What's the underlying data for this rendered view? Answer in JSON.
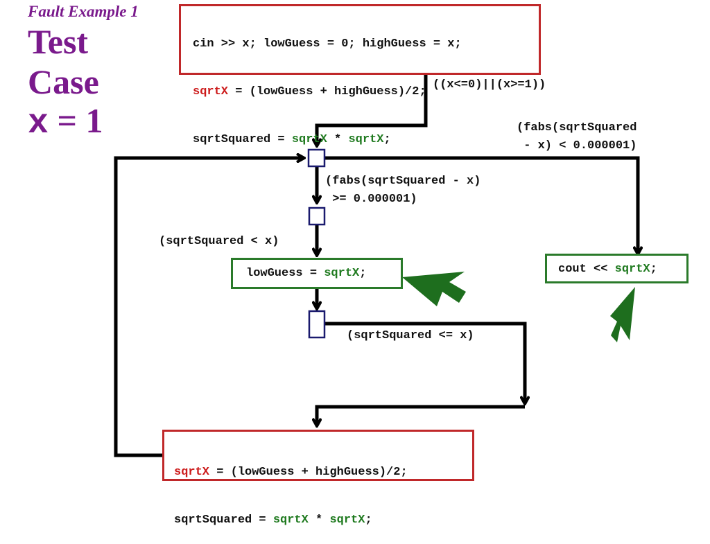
{
  "header": {
    "subtitle": "Fault Example 1",
    "title_lines": [
      "Test",
      "Case"
    ],
    "test_var": "x",
    "test_eq": " = 1"
  },
  "boxes": {
    "init": {
      "line1": "cin >> x; lowGuess = 0; highGuess = x;",
      "line2_var": "sqrtX",
      "line2_rest": " = (lowGuess + highGuess)/2;",
      "line3_pre": "sqrtSquared = ",
      "line3_a": "sqrtX",
      "line3_mid": " * ",
      "line3_b": "sqrtX",
      "line3_end": ";"
    },
    "low_assign": {
      "pre": "lowGuess = ",
      "var": "sqrtX",
      "end": ";"
    },
    "output": {
      "pre": "cout << ",
      "var": "sqrtX",
      "end": ";"
    },
    "update": {
      "line1_var": "sqrtX",
      "line1_rest": " = (lowGuess + highGuess)/2;",
      "line2_pre": "sqrtSquared = ",
      "line2_a": "sqrtX",
      "line2_mid": " * ",
      "line2_b": "sqrtX",
      "line2_end": ";"
    }
  },
  "conditions": {
    "range": "((x<=0)||(x>=1))",
    "exit_line1": "(fabs(sqrtSquared",
    "exit_line2": " - x) < 0.000001)",
    "loop_line1": "(fabs(sqrtSquared - x)",
    "loop_line2": " >= 0.000001)",
    "less": "(sqrtSquared < x)",
    "less_equal": "(sqrtSquared <= x)"
  },
  "colors": {
    "title": "#7a1a8c",
    "red_border": "#c0282a",
    "green_border": "#2a7a2a",
    "decision_border": "#1a1a6e",
    "pointer_arrow": "#1e6e1e"
  }
}
